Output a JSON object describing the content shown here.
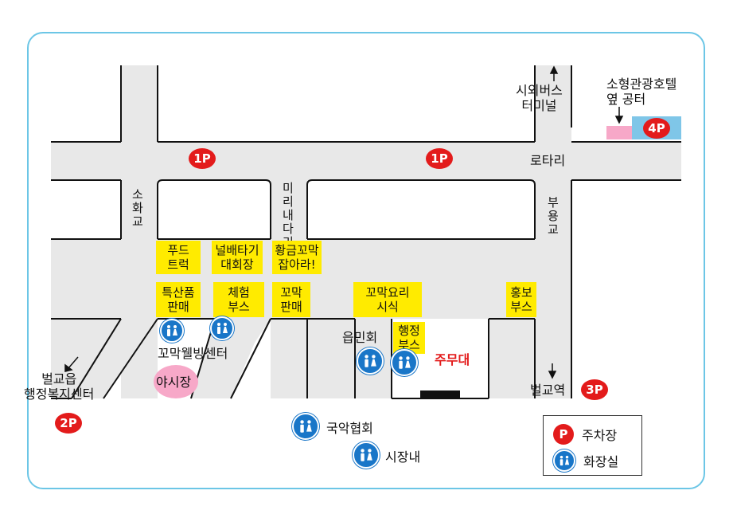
{
  "roads": {
    "sohwagyo": "소\n화\n교",
    "mirinaedari": "미\n리\n내\n다\n리",
    "buyonggyo": "부\n용\n교",
    "rotary": "로타리"
  },
  "places": {
    "bus_terminal": "시외버스\n터미널",
    "hotel_lot": "소형관광호텔\n옆 공터",
    "welbeing_center": "꼬막웰빙센터",
    "night_market": "야시장",
    "eupminhoe": "읍민회",
    "main_stage": "주무대",
    "beolgyo_station": "벌교역",
    "welfare_center": "벌교읍\n행정복지센터",
    "gugak": "국악협회",
    "market_inside": "시장내"
  },
  "booths": {
    "food_truck": "푸드\n트럭",
    "seesaw": "널배타기\n대회장",
    "golden": "황금꼬막\n잡아라!",
    "specialty": "특산품\n판매",
    "experience": "체험\n부스",
    "cockle_sale": "꼬막\n판매",
    "cooking": "꼬막요리\n시식",
    "admin": "행정\n부스",
    "promo": "홍보\n부스"
  },
  "parking": {
    "p1a": "1P",
    "p1b": "1P",
    "p2": "2P",
    "p3": "3P",
    "p4": "4P"
  },
  "legend": {
    "parking_symbol": "P",
    "parking_label": "주차장",
    "toilet_label": "화장실"
  },
  "colors": {
    "road": "#e8e8e8",
    "road_edge": "#111111",
    "booth": "#ffeb00",
    "parking": "#e31b1b",
    "toilet": "#1976c8",
    "frame": "#6cc6e6",
    "hotel_pink": "#f7a8c8",
    "hotel_blue": "#7fc6e8",
    "night_market": "#f7a8c8"
  },
  "icons": {
    "toilet": "restroom-icon",
    "arrow": "arrow-icon"
  }
}
